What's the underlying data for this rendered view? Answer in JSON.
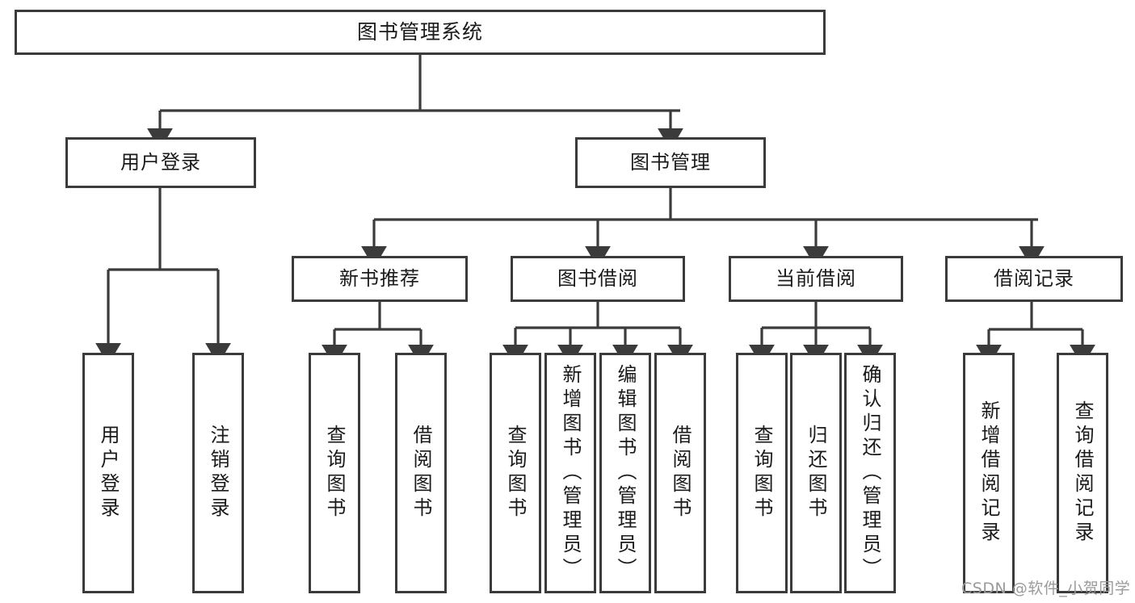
{
  "diagram": {
    "title": "图书管理系统",
    "type": "tree-hierarchy-diagram",
    "root": {
      "label": "图书管理系统"
    },
    "level2": [
      {
        "label": "用户登录"
      },
      {
        "label": "图书管理"
      }
    ],
    "level3": [
      {
        "label": "新书推荐"
      },
      {
        "label": "图书借阅"
      },
      {
        "label": "当前借阅"
      },
      {
        "label": "借阅记录"
      }
    ],
    "leaves": {
      "user_login": [
        {
          "label": "用户登录"
        },
        {
          "label": "注销登录"
        }
      ],
      "new_book_recommend": [
        {
          "label": "查询图书"
        },
        {
          "label": "借阅图书"
        }
      ],
      "book_borrow": [
        {
          "label": "查询图书"
        },
        {
          "label": "新增图书（管理员）"
        },
        {
          "label": "编辑图书（管理员）"
        },
        {
          "label": "借阅图书"
        }
      ],
      "current_borrow": [
        {
          "label": "查询图书"
        },
        {
          "label": "归还图书"
        },
        {
          "label": "确认归还（管理员）"
        }
      ],
      "borrow_record": [
        {
          "label": "新增借阅记录"
        },
        {
          "label": "查询借阅记录"
        }
      ]
    }
  },
  "watermark": {
    "text": "CSDN @软件_小贺同学"
  },
  "colors": {
    "stroke": "#3b3b3b",
    "background": "#ffffff",
    "text": "#1a1a1a",
    "watermark": "#9a9a9a"
  }
}
